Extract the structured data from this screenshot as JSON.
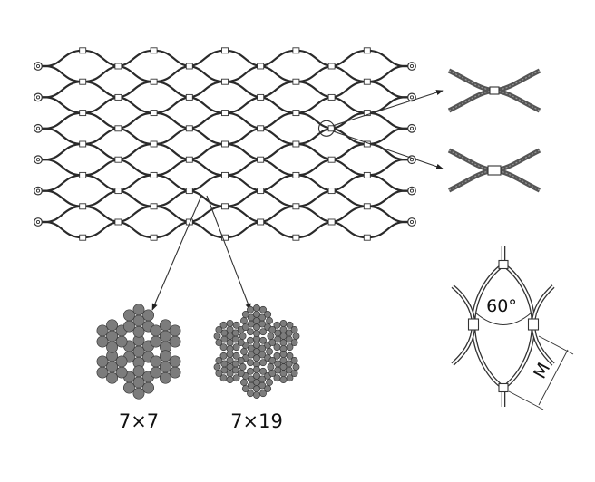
{
  "diagram": {
    "type": "wire-rope-mesh-technical-drawing",
    "mesh": {
      "rows": 6,
      "columns": 5
    },
    "labels": {
      "construction_a": "7×7",
      "construction_b": "7×19",
      "angle": "60°",
      "mesh_size": "M"
    },
    "colors": {
      "cable": "#2a2a2a",
      "wire_fill": "#7c7c7c",
      "wire_stroke": "#3a3a3a",
      "ferrule": "#ffffff"
    }
  }
}
